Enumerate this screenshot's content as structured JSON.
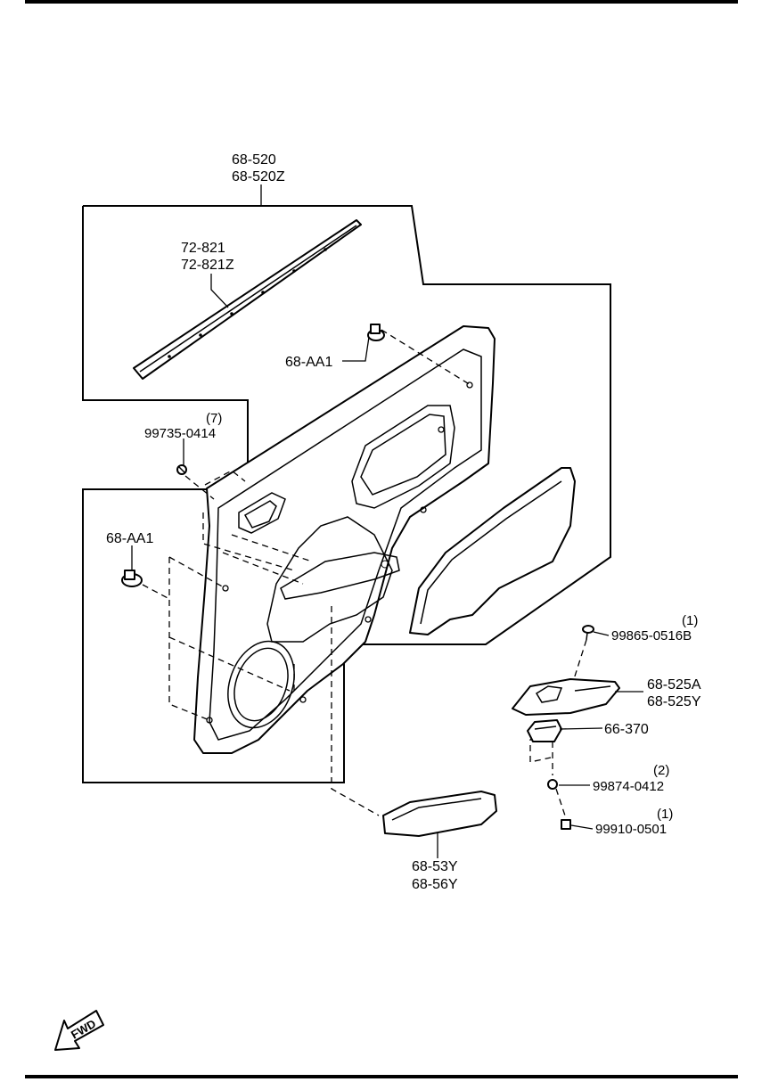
{
  "diagram": {
    "labels": {
      "trim_panel": [
        "68-520",
        "68-520Z"
      ],
      "weatherstrip": [
        "72-821",
        "72-821Z"
      ],
      "clip_upper": "68-AA1",
      "screw_qty": "(7)",
      "screw": "99735-0414",
      "clip_left": "68-AA1",
      "bolt_qty": "(1)",
      "bolt": "99865-0516B",
      "switch_panel": [
        "68-525A",
        "68-525Y"
      ],
      "switch": "66-370",
      "screw2_qty": "(2)",
      "screw2": "99874-0412",
      "nut_qty": "(1)",
      "nut": "99910-0501",
      "armrest_pad": [
        "68-53Y",
        "68-56Y"
      ]
    },
    "fwd_label": "FWD"
  }
}
